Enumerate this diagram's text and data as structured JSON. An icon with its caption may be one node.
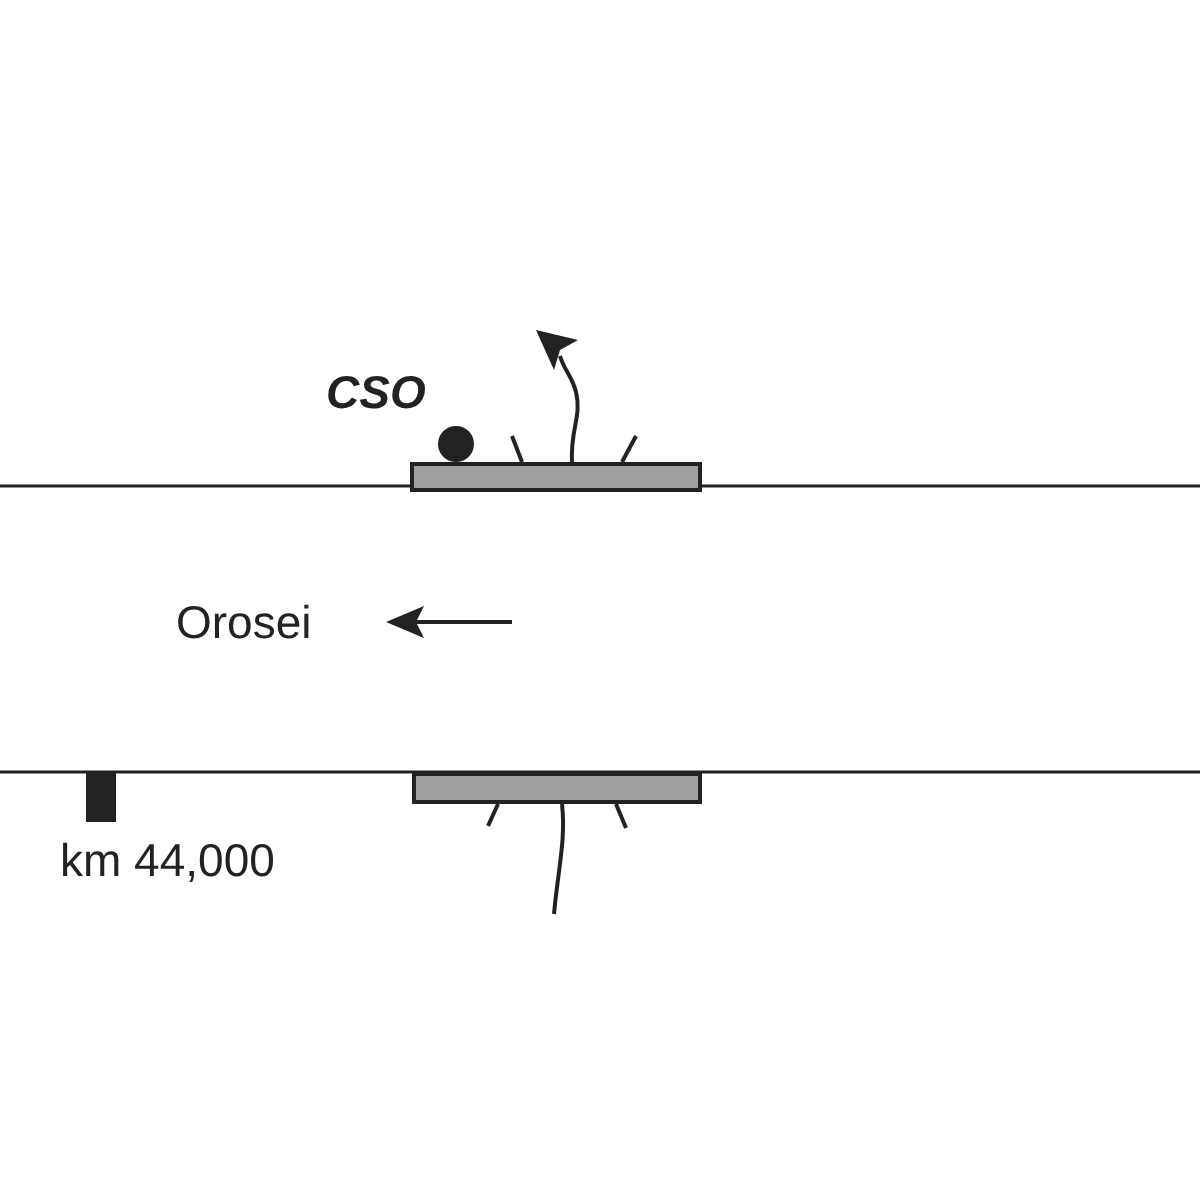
{
  "diagram": {
    "labels": [
      "CSO",
      "Orosei",
      "km 44,000"
    ]
  }
}
